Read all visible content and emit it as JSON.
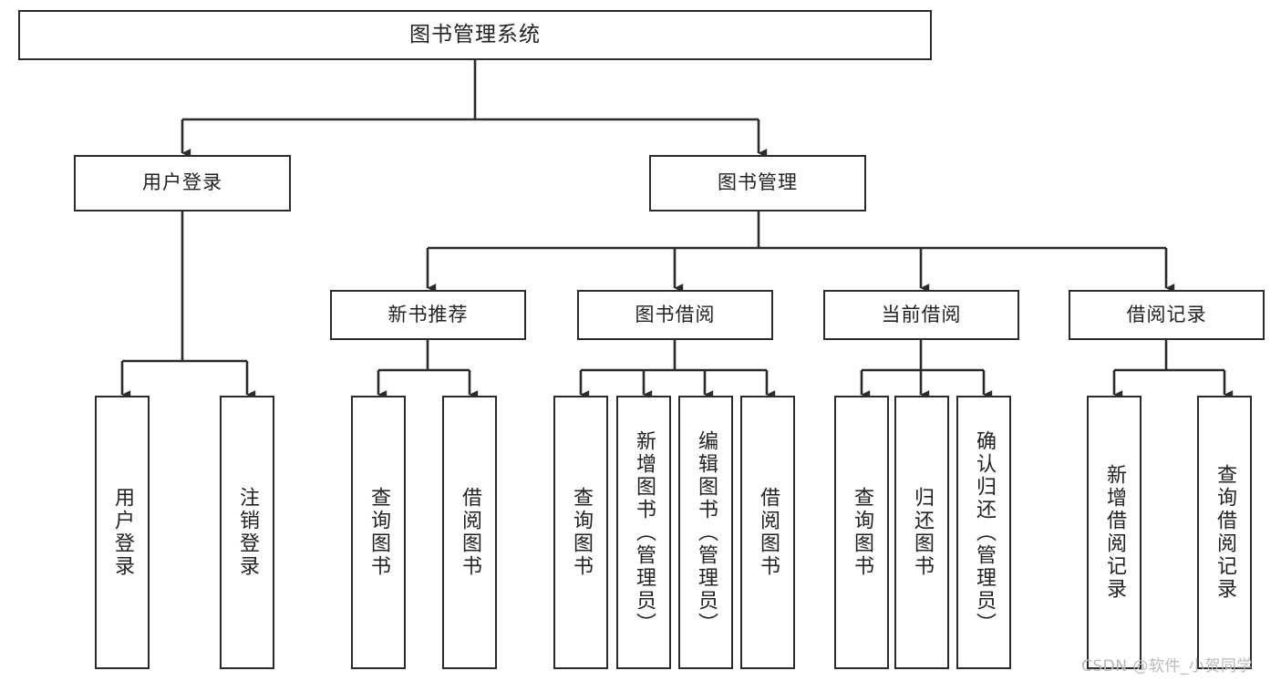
{
  "diagram": {
    "type": "tree",
    "title": "图书管理系统",
    "background_color": "#ffffff",
    "line_color": "#2b2b2b",
    "box_fill": "#ffffff",
    "text_color": "#222222"
  },
  "root": {
    "label": "图书管理系统"
  },
  "level1": [
    {
      "label": "用户登录"
    },
    {
      "label": "图书管理"
    }
  ],
  "level2": [
    {
      "label": "新书推荐"
    },
    {
      "label": "图书借阅"
    },
    {
      "label": "当前借阅"
    },
    {
      "label": "借阅记录"
    }
  ],
  "leaves": {
    "user_login": [
      {
        "label": "用户登录"
      },
      {
        "label": "注销登录"
      }
    ],
    "new_book_recommend": [
      {
        "label": "查询图书"
      },
      {
        "label": "借阅图书"
      }
    ],
    "book_borrow": [
      {
        "label": "查询图书"
      },
      {
        "label": "新增图书（管理员）"
      },
      {
        "label": "编辑图书（管理员）"
      },
      {
        "label": "借阅图书"
      }
    ],
    "current_borrow": [
      {
        "label": "查询图书"
      },
      {
        "label": "归还图书"
      },
      {
        "label": "确认归还（管理员）"
      }
    ],
    "borrow_record": [
      {
        "label": "新增借阅记录"
      },
      {
        "label": "查询借阅记录"
      }
    ]
  },
  "watermark": {
    "text": "CSDN @软件_小贺同学"
  }
}
